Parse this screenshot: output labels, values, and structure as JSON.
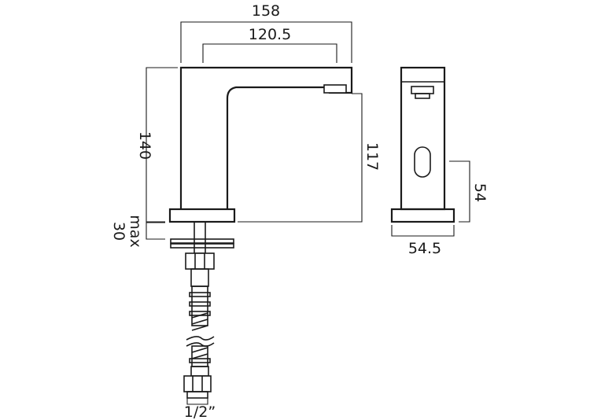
{
  "dimensions": {
    "overall_length": "158",
    "spout_reach": "120.5",
    "overall_height": "140",
    "outlet_height": "117",
    "max_deck_thickness_label": "max",
    "max_deck_thickness_value": "30",
    "sensor_height": "54",
    "base_width": "54.5",
    "connection_size": "1/2”"
  }
}
